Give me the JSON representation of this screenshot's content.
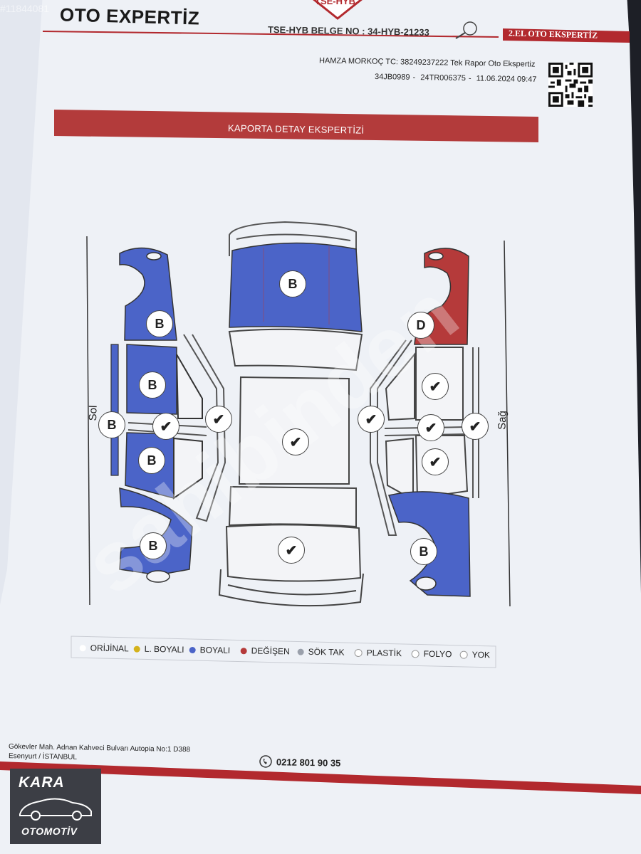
{
  "header": {
    "company": "OTO EXPERTİZ",
    "logo_text": "TSE-HYB",
    "belge_no": "TSE-HYB BELGE NO : 34-HYB-21233",
    "subtitle": "2.EL OTO EKSPERTİZ"
  },
  "meta": {
    "line1": "HAMZA MORKOÇ TC: 38249237222 Tek Rapor Oto Ekspertiz",
    "plate": "34JB0989",
    "report_no": "24TR006375",
    "datetime": "11.06.2024 09:47"
  },
  "section": {
    "title": "KAPORTA DETAY EKSPERTİZİ"
  },
  "diagram": {
    "side_left": "Sol",
    "side_right": "Sağ",
    "parts": {
      "hood": "B",
      "front_left_fender": "B",
      "front_left_door": "B",
      "left_sill": "B",
      "rear_left_door": "B",
      "rear_left_fender": "B",
      "front_right_fender": "D",
      "rear_right_fender": "B",
      "check_mark": "✔"
    }
  },
  "legend": [
    {
      "label": "ORİJİNAL",
      "color": "#ffffff"
    },
    {
      "label": "L. BOYALI",
      "color": "#d4b21c"
    },
    {
      "label": "BOYALI",
      "color": "#4b64c8"
    },
    {
      "label": "DEĞİŞEN",
      "color": "#b53a3a"
    },
    {
      "label": "SÖK TAK",
      "color": "#9aa0ab"
    },
    {
      "label": "PLASTİK",
      "color": "#ffffff"
    },
    {
      "label": "FOLYO",
      "color": "#ffffff"
    },
    {
      "label": "YOK",
      "color": "#ffffff"
    }
  ],
  "footer": {
    "address_line1": "Gökevler Mah. Adnan Kahveci Bulvarı Autopia No:1 D388",
    "address_line2": "Esenyurt / İSTANBUL",
    "phone": "0212 801 90 35"
  },
  "brand": {
    "name": "KARA",
    "sub": "OTOMOTİV"
  },
  "colors": {
    "boyali": "#4b64c8",
    "degisen": "#b53a3a",
    "accent_red": "#b2292e"
  }
}
